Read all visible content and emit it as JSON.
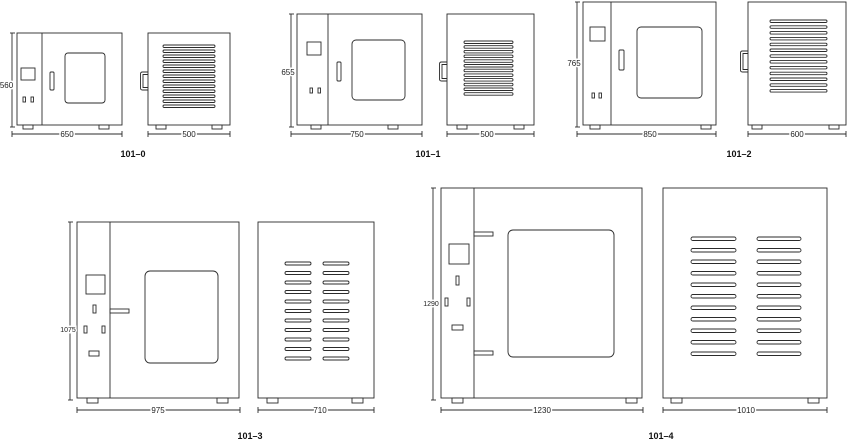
{
  "models": [
    {
      "label": "101–0",
      "height": "560",
      "width": "650",
      "depth": "500"
    },
    {
      "label": "101–1",
      "height": "655",
      "width": "750",
      "depth": "500"
    },
    {
      "label": "101–2",
      "height": "765",
      "width": "850",
      "depth": "600"
    },
    {
      "label": "101–3",
      "height": "1075",
      "width": "975",
      "depth": "710"
    },
    {
      "label": "101–4",
      "height": "1290",
      "width": "1230",
      "depth": "1010"
    }
  ],
  "colors": {
    "line": "#2b2b2b",
    "background": "#ffffff"
  }
}
